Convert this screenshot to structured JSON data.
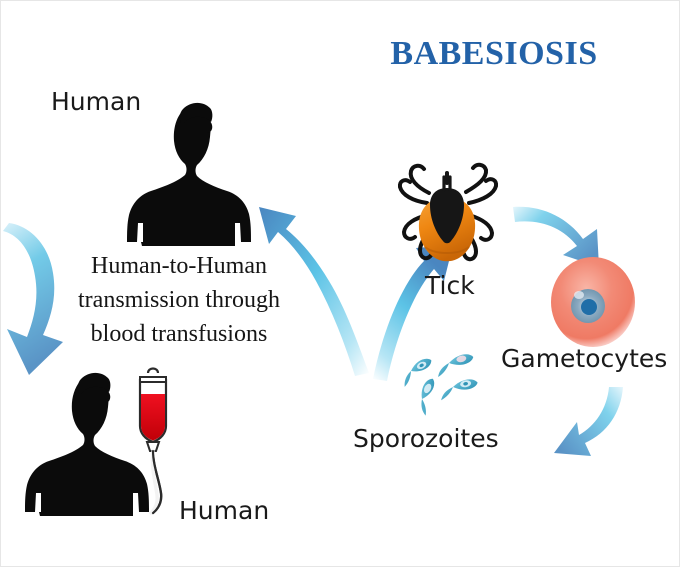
{
  "diagram": {
    "title": "Babesiosis",
    "title_color": "#2362a8",
    "background_color": "#ffffff",
    "border_color": "#e6e6e6"
  },
  "labels": {
    "human_top": "Human",
    "human_bottom": "Human",
    "tick": "Tick",
    "gametocytes": "Gametocytes",
    "sporozoites": "Sporozoites",
    "transmission_line1": "Human-to-Human",
    "transmission_line2": "transmission through",
    "transmission_line3": "blood transfusions"
  },
  "figures": {
    "human_top": "human-silhouette",
    "human_bottom": "human-silhouette-with-blood-bag",
    "tick": "tick-icon",
    "gametocyte": "red-blood-cell-with-gametocyte",
    "sporozoites": "sporozoite-cluster",
    "blood_bag": "iv-blood-bag"
  },
  "colors": {
    "silhouette": "#0b0b0b",
    "arrow_light": "#bfe8f5",
    "arrow_mid": "#4fc3e8",
    "arrow_dark": "#4a86c0",
    "tick_body": "#f08a1e",
    "tick_body_dark": "#d96f10",
    "tick_black": "#111111",
    "cell_outer": "#f08070",
    "cell_inner": "#f7a99a",
    "cell_nucleus": "#7fa4bd",
    "cell_nucleus_core": "#1f6ea8",
    "sporozoite": "#3aa8c8",
    "blood_red": "#e3000f",
    "bag_outline": "#333333"
  },
  "arrows": [
    {
      "name": "arrow-human-to-human-down",
      "from": "Human (top)",
      "to": "Human (bottom)"
    },
    {
      "name": "arrow-to-human-top",
      "from": "cycle",
      "to": "Human (top)"
    },
    {
      "name": "arrow-to-tick",
      "from": "cycle",
      "to": "Tick"
    },
    {
      "name": "arrow-tick-to-gametocytes",
      "from": "Tick",
      "to": "Gametocytes"
    },
    {
      "name": "arrow-gametocytes-to-sporozoites",
      "from": "Gametocytes",
      "to": "Sporozoites"
    }
  ]
}
